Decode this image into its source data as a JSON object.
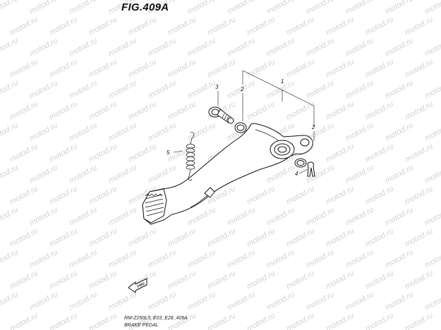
{
  "figure": {
    "title": "FIG.409A",
    "footer_model": "RM-Z250L5_E03_E28_409A",
    "footer_name": "BRAKE PEDAL"
  },
  "watermark": {
    "text": "motod.ru"
  },
  "forward_arrow": {
    "label": "FWD"
  },
  "callouts": [
    {
      "id": "callout-1",
      "number": "1"
    },
    {
      "id": "callout-2-upper",
      "number": "2"
    },
    {
      "id": "callout-2-lower",
      "number": "2"
    },
    {
      "id": "callout-3",
      "number": "3"
    },
    {
      "id": "callout-4",
      "number": "4"
    },
    {
      "id": "callout-5",
      "number": "5"
    }
  ]
}
